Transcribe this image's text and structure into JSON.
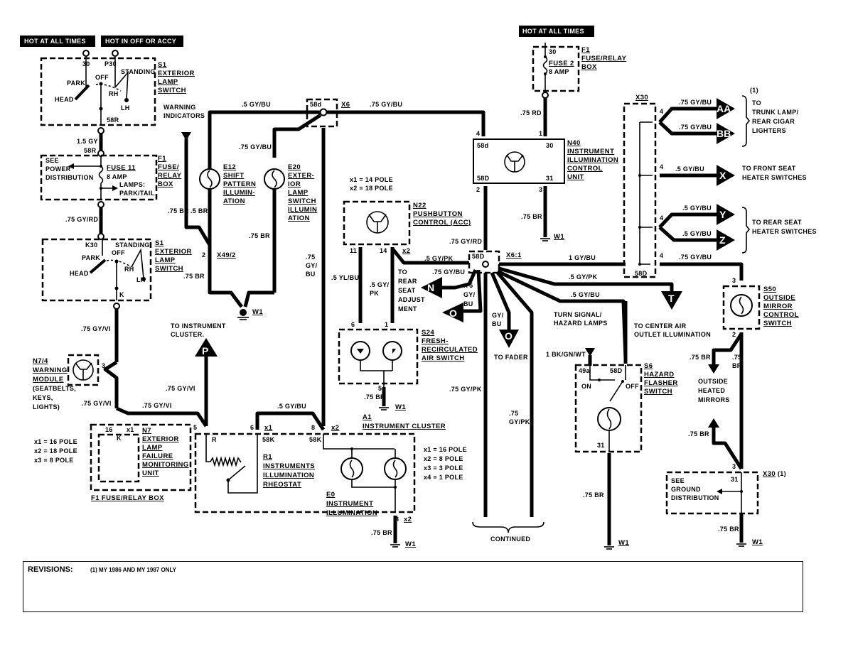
{
  "power_labels": {
    "hot_at_all_times_left": "HOT AT ALL TIMES",
    "hot_in_off_or_accy": "HOT IN OFF OR ACCY",
    "hot_at_all_times_right": "HOT AT ALL TIMES"
  },
  "s1_top": {
    "id": "S1",
    "name_lines": [
      "EXTERIOR",
      "LAMP",
      "SWITCH"
    ],
    "terminal_30": "30",
    "terminal_p30": "P30",
    "terminal_58r": "58R",
    "positions": {
      "park": "PARK",
      "off": "OFF",
      "head": "HEAD",
      "standing": "STANDING",
      "rh": "RH",
      "lh": "LH"
    }
  },
  "f1_left": {
    "id": "F1",
    "name_lines": [
      "FUSE/",
      "RELAY",
      "BOX"
    ],
    "fuse": "FUSE 11",
    "rating": "8 AMP",
    "see_power": [
      "SEE",
      "POWER",
      "DISTRIBUTION"
    ],
    "lamps": [
      "LAMPS:",
      "PARK/TAIL"
    ],
    "terminal_58r": "58R"
  },
  "s1_bottom": {
    "id": "S1",
    "name_lines": [
      "EXTERIOR",
      "LAMP",
      "SWITCH"
    ],
    "terminal": "K30",
    "terminal_k": "K",
    "positions": {
      "park": "PARK",
      "off": "OFF",
      "head": "HEAD",
      "standing": "STANDING",
      "rh": "RH",
      "lh": "LH"
    }
  },
  "n7_4": {
    "id": "N7/4",
    "name_lines": [
      "WARNING",
      "MODULE",
      "(SEATBELTS,",
      "KEYS,",
      "LIGHTS)"
    ],
    "pin": "3"
  },
  "n7": {
    "id": "N7",
    "name_lines": [
      "EXTERIOR",
      "LAMP",
      "FAILURE",
      "MONITORING",
      "UNIT"
    ],
    "pin_16": "16",
    "pin_x1": "x1",
    "terminal_k": "K",
    "box_label": "F1 FUSE/RELAY BOX",
    "poles": [
      "x1 = 16 POLE",
      "x2 = 18 POLE",
      "x3 = 8 POLE"
    ]
  },
  "warning_indicators": [
    "WARNING",
    "INDICATORS"
  ],
  "e12": {
    "id": "E12",
    "name_lines": [
      "SHIFT",
      "PATTERN",
      "ILLUMIN-",
      "ATION"
    ]
  },
  "e20": {
    "id": "E20",
    "name_lines": [
      "EXTER-",
      "IOR",
      "LAMP",
      "SWITCH",
      "ILLUMIN",
      "ATION"
    ]
  },
  "x6": {
    "id": "X6",
    "terminal": "58d"
  },
  "x49_2": {
    "id": "X49/2",
    "pin": "2"
  },
  "n22": {
    "id": "N22",
    "name_lines": [
      "PUSHBUTTON",
      "CONTROL (ACC)"
    ],
    "poles": [
      "x1 = 14 POLE",
      "x2 = 18 POLE"
    ],
    "pin_11": "11",
    "pin_14": "14",
    "conn": "x2"
  },
  "rear_seat_adjust": [
    "TO",
    "REAR",
    "SEAT",
    "ADJUST",
    "MENT"
  ],
  "n40": {
    "id": "N40",
    "name_lines": [
      "INSTRUMENT",
      "ILLUMINATION",
      "CONTROL",
      "UNIT"
    ],
    "pin_4": "4",
    "pin_1": "1",
    "pin_2": "2",
    "pin_3": "3",
    "t58d": "58d",
    "t30": "30",
    "t58d_out": "58D",
    "t31": "31"
  },
  "f1_right": {
    "id": "F1",
    "name_lines": [
      "FUSE/RELAY",
      "BOX"
    ],
    "fuse": "FUSE 2",
    "rating": "8 AMP",
    "terminal": "30"
  },
  "x6_1": {
    "id": "X6:1",
    "terminal": "58D"
  },
  "s24": {
    "id": "S24",
    "name_lines": [
      "FRESH-",
      "RECIRCULATED",
      "AIR SWITCH"
    ],
    "pin_6": "6",
    "pin_1": "1",
    "pin_5": "5"
  },
  "a1": {
    "id": "A1",
    "name": "INSTRUMENT CLUSTER",
    "poles": [
      "x1 = 16 POLE",
      "x2 = 8 POLE",
      "x3 = 3 POLE",
      "x4 = 1 POLE"
    ],
    "pin_5": "5",
    "pin_6": "6",
    "pin_8": "8",
    "pin_3": "3",
    "conn_x1": "x1",
    "conn_x2": "x2",
    "conn_x2b": "x2",
    "t_r": "R",
    "t_58k": "58K",
    "t_58k2": "58K"
  },
  "r1": {
    "id": "R1",
    "name_lines": [
      "INSTRUMENTS",
      "ILLUMINATION",
      "RHEOSTAT"
    ]
  },
  "e0": {
    "id": "E0",
    "name_lines": [
      "INSTRUMENT",
      "ILLUMINATION"
    ]
  },
  "x30": {
    "id": "X30",
    "terminal": "58D",
    "note": "(1)",
    "pins": [
      "4",
      "4",
      "4",
      "4"
    ]
  },
  "x30_bottom": {
    "id": "X30",
    "note": "(1)",
    "pin_3": "3",
    "t31": "31",
    "see_ground": [
      "SEE",
      "GROUND",
      "DISTRIBUTION"
    ]
  },
  "s50": {
    "id": "S50",
    "name_lines": [
      "OUTSIDE",
      "MIRROR",
      "CONTROL",
      "SWITCH"
    ],
    "pin_3": "3",
    "pin_2": "2"
  },
  "s6": {
    "id": "S6",
    "name_lines": [
      "HAZARD",
      "FLASHER",
      "SWITCH"
    ],
    "t49a": "49a",
    "t58d": "58D",
    "on": "ON",
    "off": "OFF",
    "t31": "31"
  },
  "outside_heated_mirrors": [
    "OUTSIDE",
    "HEATED",
    "MIRRORS"
  ],
  "turn_signal": [
    "TURN SIGNAL/",
    "HAZARD LAMPS"
  ],
  "to_instrument_cluster": [
    "TO INSTRUMENT",
    "CLUSTER."
  ],
  "to_center_air": [
    "TO CENTER AIR",
    "OUTLET ILLUMINATION"
  ],
  "to_fader": "TO FADER",
  "to_trunk": [
    "(1)",
    "TO",
    "TRUNK LAMP/",
    "REAR CIGAR",
    "LIGHTERS"
  ],
  "to_front_seat": [
    "TO FRONT SEAT",
    "HEATER SWITCHES"
  ],
  "to_rear_seat": [
    "TO REAR SEAT",
    "HEATER SWITCHES"
  ],
  "continued": "CONTINUED",
  "ground": "W1",
  "wires": {
    "w1": "1.5 GY",
    "w2": ".75 GY/RD",
    "w3": ".75 GY/VI",
    "w4": ".75 GY/VI",
    "w5": ".75 GY/VI",
    "w6": ".75 GY/VI",
    "w7": ".5 GY/BU",
    "w8": ".75 GY/BU",
    "w9": ".75 GY/BU",
    "w10": ".75 BR",
    "w11": ".5 BR",
    "w12": ".75 BR",
    "w13": ".75 BR",
    "w14_l": [
      ".75",
      "GY/",
      "BU"
    ],
    "w15": ".5 YL/BU",
    "w16": [
      ".5 GY/",
      "PK"
    ],
    "w17": ".75 GY/RD",
    "w18": ".5 GY/PK",
    "w19": ".75 GY/BU",
    "w20": [
      ".75",
      "GY/",
      "BU"
    ],
    "w21": [
      "GY/",
      "BU"
    ],
    "w22": ".75 RD",
    "w23": ".75 BR",
    "w24": "1 GY/BU",
    "w25": ".5 GY/PK",
    "w26": ".5 GY/BU",
    "w27": "1 BK/GN/WT",
    "w28": ".75 GY/PK",
    "w29": [
      ".75",
      "GY/PK"
    ],
    "w30": ".75 BR",
    "w31": ".75 BR",
    "w32": ".5 GY/BU",
    "w33": ".75 BR",
    "w34": ".75 BR",
    "w35": ".75 GY/BU",
    "w36": ".75 GY/BU",
    "w37": ".5 GY/BU",
    "w38": ".5 GY/BU",
    "w39": ".5 GY/BU",
    "w40": ".75 GY/BU",
    "w41": ".75 BR",
    "w42": [
      ".75",
      "BR"
    ],
    "w43": ".75 BR",
    "w44": ".75 BR"
  },
  "flags": {
    "p": "P",
    "n": "N",
    "o": "O",
    "o2": "O",
    "t": "T",
    "aa": "AA",
    "bb": "BB",
    "x": "X",
    "y": "Y",
    "z": "Z"
  },
  "revisions": {
    "label": "REVISIONS:",
    "note": "(1) MY 1986 AND MY 1987 ONLY"
  }
}
